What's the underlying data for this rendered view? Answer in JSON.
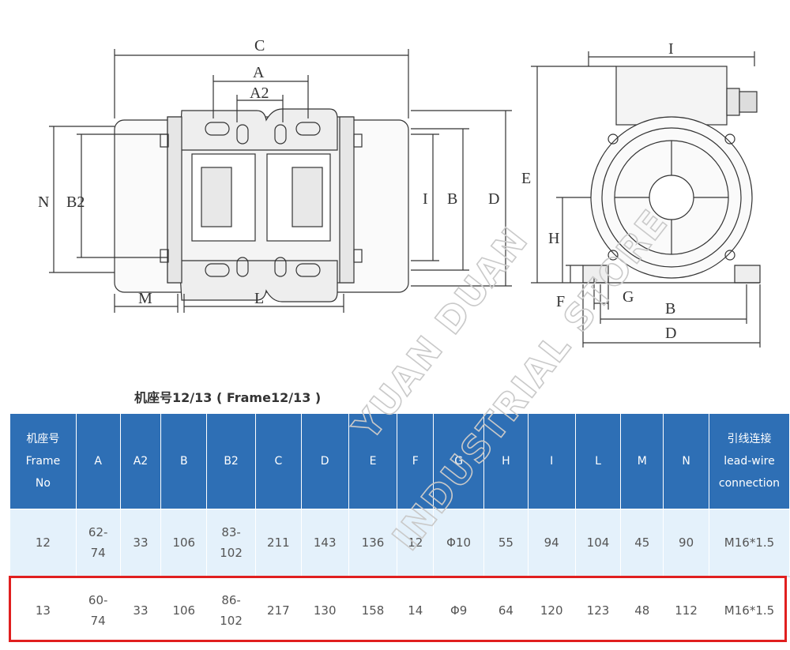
{
  "drawing_labels": {
    "front": {
      "C": "C",
      "A": "A",
      "A2": "A2",
      "N": "N",
      "B2": "B2",
      "I": "I",
      "B": "B",
      "D": "D",
      "M": "M",
      "L": "L"
    },
    "side": {
      "I": "I",
      "E": "E",
      "H": "H",
      "F": "F",
      "G": "G",
      "B": "B",
      "D": "D"
    }
  },
  "watermark_text": [
    "YUAN DUAN",
    "INDUSTRIAL STORE"
  ],
  "frame_title": "机座号12/13 ( Frame12/13 )",
  "table": {
    "headers": [
      [
        "机座号",
        "Frame",
        "No"
      ],
      [
        "A"
      ],
      [
        "A2"
      ],
      [
        "B"
      ],
      [
        "B2"
      ],
      [
        "C"
      ],
      [
        "D"
      ],
      [
        "E"
      ],
      [
        "F"
      ],
      [
        "G"
      ],
      [
        "H"
      ],
      [
        "I"
      ],
      [
        "L"
      ],
      [
        "M"
      ],
      [
        "N"
      ],
      [
        "引线连接",
        "lead-wire",
        "connection"
      ]
    ],
    "rows": [
      [
        [
          "12"
        ],
        [
          "62-",
          "74"
        ],
        [
          "33"
        ],
        [
          "106"
        ],
        [
          "83-",
          "102"
        ],
        [
          "211"
        ],
        [
          "143"
        ],
        [
          "136"
        ],
        [
          "12"
        ],
        [
          "Φ10"
        ],
        [
          "55"
        ],
        [
          "94"
        ],
        [
          "104"
        ],
        [
          "45"
        ],
        [
          "90"
        ],
        [
          "M16*1.5"
        ]
      ],
      [
        [
          "13"
        ],
        [
          "60-",
          "74"
        ],
        [
          "33"
        ],
        [
          "106"
        ],
        [
          "86-",
          "102"
        ],
        [
          "217"
        ],
        [
          "130"
        ],
        [
          "158"
        ],
        [
          "14"
        ],
        [
          "Φ9"
        ],
        [
          "64"
        ],
        [
          "120"
        ],
        [
          "123"
        ],
        [
          "48"
        ],
        [
          "112"
        ],
        [
          "M16*1.5"
        ]
      ]
    ],
    "highlight_row": 1,
    "colors": {
      "header_bg": "#2e6fb5",
      "row_bg": "#e4f1fb",
      "highlight": "#e01f1f"
    }
  }
}
